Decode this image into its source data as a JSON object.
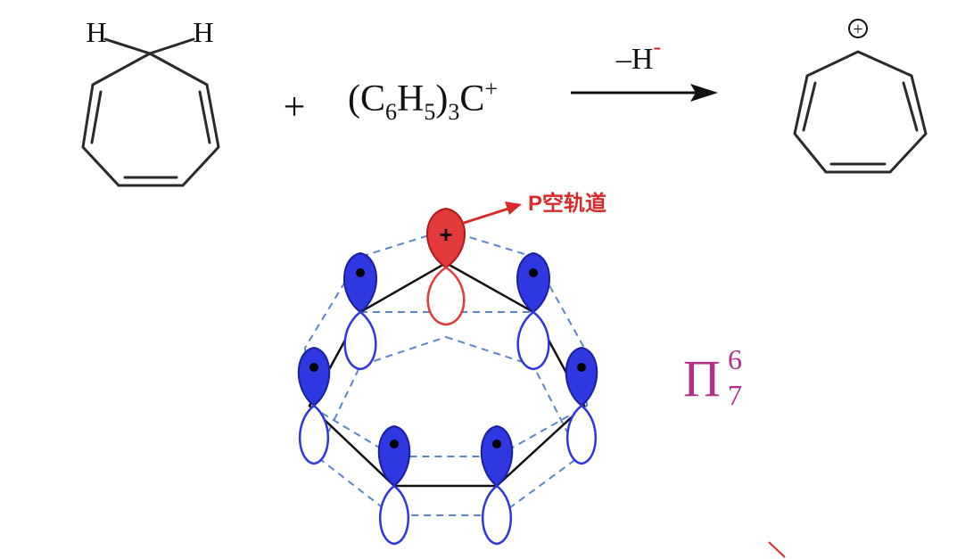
{
  "reaction": {
    "reactant": {
      "h_left": "H",
      "h_right": "H"
    },
    "plus": "+",
    "reagent": {
      "open_paren": "(C",
      "c_subscript": "6",
      "h": "H",
      "h_subscript": "5",
      "close_paren": ")",
      "paren_subscript": "3",
      "c": "C",
      "charge": "+"
    },
    "arrow_label": {
      "main": "–H",
      "superscript": "-"
    },
    "product": {
      "charge": "+"
    }
  },
  "orbital_diagram": {
    "empty_orbital_label": "P空轨道",
    "cation_charge": "+",
    "empty_lobe_color": "#e23a3a",
    "filled_lobe_color": "#2f37e0",
    "arrow_color": "#d92a2a",
    "overlap_line_color": "#5a86c8"
  },
  "pi_notation": {
    "symbol": "Π",
    "electrons": "6",
    "centers": "7",
    "color": "#b0308a"
  }
}
